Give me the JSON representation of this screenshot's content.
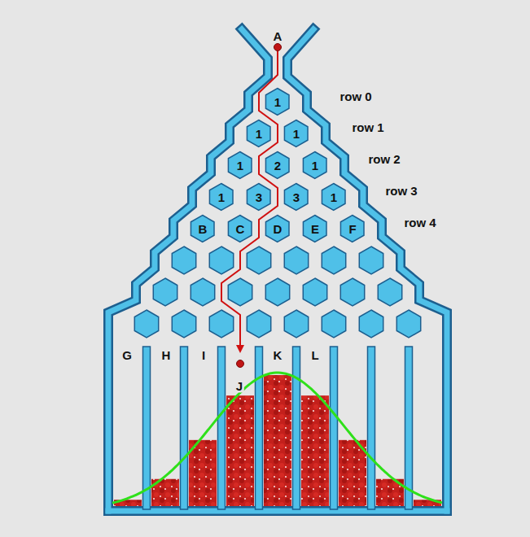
{
  "diagram": {
    "nodes": [
      {
        "text": [
          "1"
        ]
      },
      {
        "text": [
          "1"
        ]
      },
      {
        "text": [
          "1"
        ]
      },
      {
        "text": [
          "1"
        ]
      },
      {
        "text": [
          "2"
        ]
      },
      {
        "text": [
          "1"
        ]
      },
      {
        "text": [
          "1"
        ]
      },
      {
        "text": [
          "3"
        ]
      },
      {
        "text": [
          "3"
        ]
      },
      {
        "text": [
          "1"
        ]
      },
      {
        "text": [
          "B"
        ]
      },
      {
        "text": [
          "C"
        ]
      },
      {
        "text": [
          "D"
        ]
      },
      {
        "text": [
          "E"
        ]
      },
      {
        "text": [
          "F"
        ]
      }
    ],
    "labels": [
      "A",
      "row 0",
      "row 1",
      "row 2",
      "row 3",
      "row 4",
      "G",
      "H",
      "I",
      "J",
      "K",
      "L"
    ]
  }
}
